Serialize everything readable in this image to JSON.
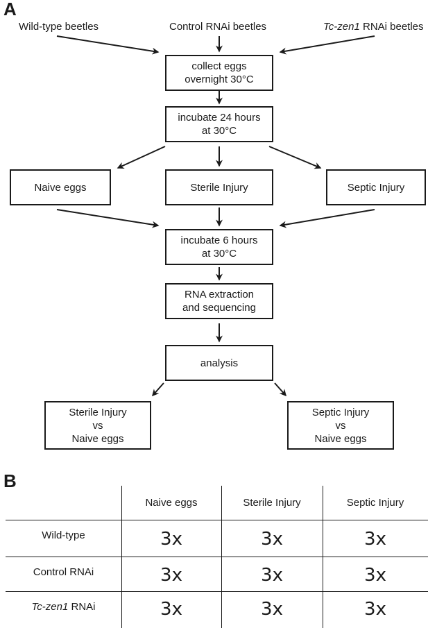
{
  "panel_a": {
    "label": "A",
    "sources": {
      "wild_type": "Wild-type beetles",
      "control": "Control RNAi beetles",
      "zen_prefix": "Tc-zen1",
      "zen_suffix": " RNAi beetles"
    },
    "steps": {
      "collect": [
        "collect eggs",
        "overnight 30°C"
      ],
      "incubate24": [
        "incubate 24 hours",
        "at 30°C"
      ],
      "incubate6": [
        "incubate 6 hours",
        "at 30°C"
      ],
      "rna": [
        "RNA extraction",
        "and sequencing"
      ],
      "analysis": [
        "analysis"
      ]
    },
    "treatments": {
      "naive": "Naive eggs",
      "sterile": "Sterile Injury",
      "septic": "Septic Injury"
    },
    "comparisons": {
      "sterile_vs": [
        "Sterile Injury",
        "vs",
        "Naive eggs"
      ],
      "septic_vs": [
        "Septic Injury",
        "vs",
        "Naive eggs"
      ]
    }
  },
  "panel_b": {
    "label": "B",
    "columns": [
      "Naive eggs",
      "Sterile Injury",
      "Septic Injury"
    ],
    "rows": [
      {
        "label": "Wild-type",
        "values": [
          "3x",
          "3x",
          "3x"
        ]
      },
      {
        "label": "Control RNAi",
        "values": [
          "3x",
          "3x",
          "3x"
        ]
      },
      {
        "label_prefix": "Tc-zen1",
        "label_suffix": " RNAi",
        "values": [
          "3x",
          "3x",
          "3x"
        ]
      }
    ]
  }
}
